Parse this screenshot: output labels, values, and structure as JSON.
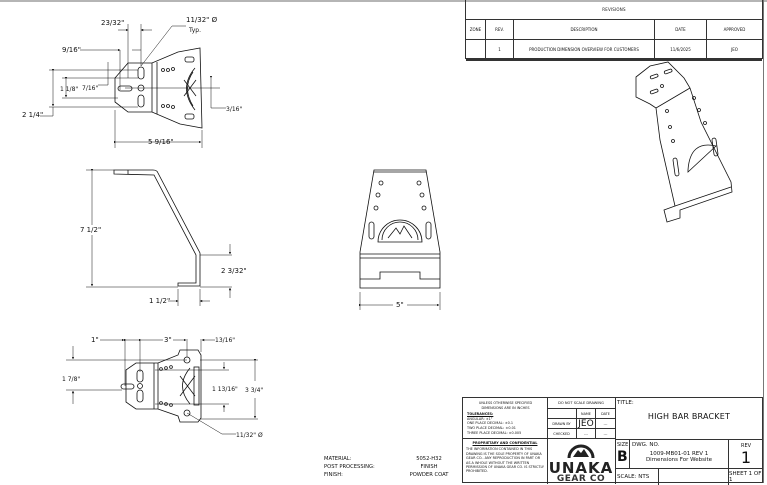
{
  "revisions": {
    "title": "REVISIONS",
    "columns": [
      "ZONE",
      "REV.",
      "DESCRIPTION",
      "DATE",
      "APPROVED"
    ],
    "rows": [
      {
        "zone": "",
        "rev": "1",
        "description": "PRODUCTION DIMENSION OVERVIEW FOR CUSTOMERS",
        "date": "11/6/2025",
        "approved": "JEO"
      }
    ]
  },
  "views": {
    "top_view": {
      "dims": {
        "slot_width": "23/32\"",
        "hole_dia": "11/32\" Ø",
        "typ": "Typ.",
        "offset": "9/16\"",
        "vertical_inner": "1 1/8\"",
        "hole_pitch": "7/16\"",
        "overall_height": "2 1/4\"",
        "right_offset": "3/16\"",
        "overall_length": "5 9/16\""
      }
    },
    "side_view": {
      "dims": {
        "height": "7 1/2\"",
        "lower_leg": "2 3/32\"",
        "foot": "1 1/2\""
      }
    },
    "front_view": {
      "dims": {
        "width": "5\""
      }
    },
    "bottom_view": {
      "dims": {
        "left": "1\"",
        "middle": "3\"",
        "right": "13/16\"",
        "slot_height": "1 7/8\"",
        "inner_height": "1 13/16\"",
        "overall_height": "3 3/4\"",
        "hole_dia": "11/32\" Ø"
      }
    }
  },
  "notes": [
    {
      "label": "MATERIAL:",
      "value": "5052-H32"
    },
    {
      "label": "POST PROCESSING:",
      "value": "FINISH"
    },
    {
      "label": "FINISH:",
      "value": "POWDER COAT"
    }
  ],
  "title_block": {
    "unless_specified": "UNLESS OTHERWISE SPECIFIED",
    "dims_in_inches": "DIMENSIONS ARE IN INCHES",
    "tolerances_label": "TOLERANCES:",
    "tol_angular": "ANGULAR: ±1°",
    "tol_one_place": "ONE PLACE DECIMAL: ±0.1",
    "tol_two_place": "TWO PLACE DECIMAL: ±0.01",
    "tol_three_place": "THREE PLACE DECIMAL: ±0.005",
    "proprietary_label": "PROPRIETARY AND CONFIDENTIAL",
    "proprietary_text": "THE INFORMATION CONTAINED IN THIS DRAWING IS THE SOLE PROPERTY OF UNAKA GEAR CO.. ANY REPRODUCTION IN PART OR AS A WHOLE WITHOUT THE WRITTEN PERMISSION OF UNAKA GEAR CO. IS STRICTLY PROHIBITED.",
    "do_not_scale": "DO NOT SCALE DRAWING",
    "col_name": "NAME",
    "col_date": "DATE",
    "drawn_by_label": "DRAWN BY",
    "drawn_by_name": "JEO",
    "drawn_by_date": "---",
    "checked_label": "CHECKED",
    "checked_name": "---",
    "checked_date": "---",
    "logo_name": "UNAKA",
    "logo_sub": "GEAR CO",
    "title_label": "TITLE:",
    "title": "HIGH BAR BRACKET",
    "size_label": "SIZE",
    "size": "B",
    "dwg_label": "DWG.  NO.",
    "dwg_no": "1009-MB01-01 REV 1",
    "dwg_desc": "Dimensions For Website",
    "rev_label": "REV",
    "rev": "1",
    "scale": "SCALE: NTS",
    "sheet": "SHEET 1 OF 1"
  }
}
